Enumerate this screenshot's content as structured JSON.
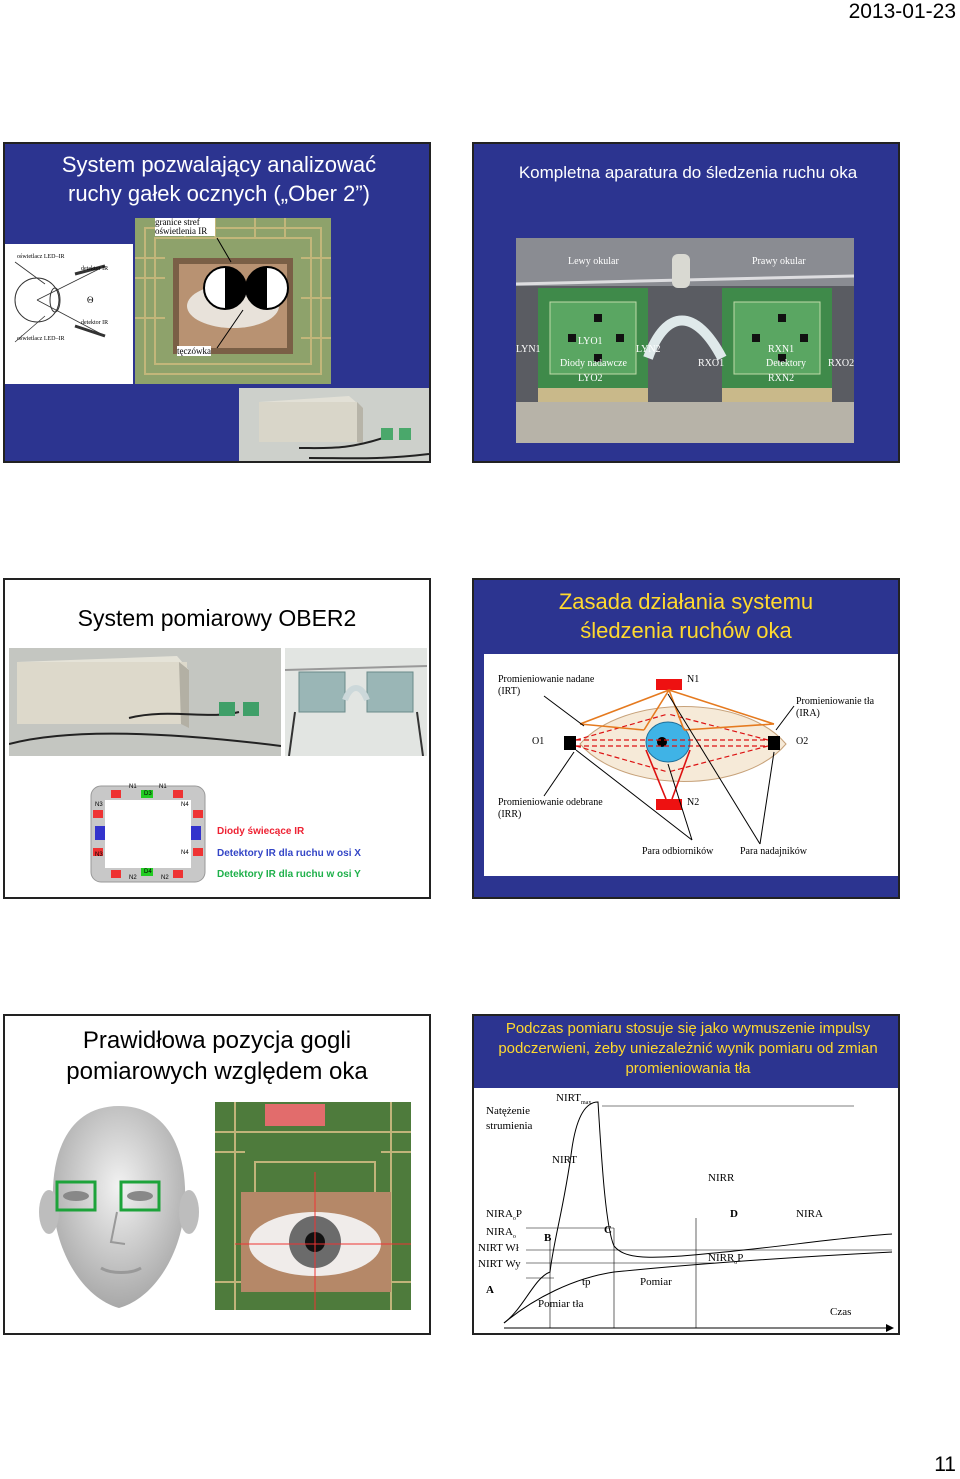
{
  "header": {
    "date": "2013-01-23"
  },
  "footer": {
    "page_number": "11"
  },
  "slide1": {
    "title": "System pozwalający analizować ruchy gałek ocznych („Ober 2”)",
    "diagram_labels": {
      "led_top": "oświetlacz LED–IR",
      "detector_top": "detektor IR",
      "theta": "Θ",
      "detector_bottom": "detektor IR",
      "led_bottom": "oświetlacz LED–IR"
    },
    "photo_labels": {
      "zones": "granice stref oświetlenia IR",
      "iris": "tęczówka"
    }
  },
  "slide2": {
    "title": "Kompletna aparatura do śledzenia ruchu oka",
    "labels": {
      "left_ocular": "Lewy okular",
      "right_ocular": "Prawy okular",
      "lyn1": "LYN1",
      "lyo1": "LYO1",
      "lyn2": "LYN2",
      "diodes": "Diody nadawcze",
      "lyo2": "LYO2",
      "rxo1": "RXO1",
      "rxn1": "RXN1",
      "detectors": "Detektory",
      "rxn2": "RXN2",
      "rxo2": "RXO2"
    }
  },
  "slide3": {
    "title": "System pomiarowy OBER2",
    "frame_labels": {
      "n1a": "N1",
      "d3": "D3",
      "n1b": "N1",
      "n3a": "N3",
      "n4a": "N4",
      "n3b": "N3",
      "n4b": "N4",
      "n2a": "N2",
      "d4": "D4",
      "n2b": "N2"
    },
    "legend": {
      "red": "Diody świecące IR",
      "blue": "Detektory IR dla ruchu w osi X",
      "green": "Detektory IR dla ruchu w osi Y"
    }
  },
  "slide4": {
    "title": "Zasada działania systemu śledzenia ruchów oka",
    "labels": {
      "irt": "Promieniowanie nadane (IRT)",
      "n1": "N1",
      "ira": "Promieniowanie tła (IRA)",
      "o1": "O1",
      "o2": "O2",
      "irr": "Promieniowanie odebrane (IRR)",
      "n2": "N2",
      "receivers": "Para odbiorników",
      "transmitters": "Para nadajników"
    }
  },
  "slide5": {
    "title": "Prawidłowa pozycja gogli pomiarowych względem oka"
  },
  "slide6": {
    "title": "Podczas pomiaru stosuje się jako wymuszenie impulsy podczerwieni, żeby uniezależnić wynik pomiaru od zmian promieniowania tła",
    "labels": {
      "yaxis": "Natężenie strumienia",
      "nirt_max": "NIRT",
      "nirt_max_sub": "max",
      "nirt": "NIRT",
      "nirr": "NIRR",
      "d": "D",
      "nira": "NIRA",
      "nira_op": "NIRA",
      "nira_op_sub": "o",
      "nira_op_suffix": "P",
      "nira_o": "NIRA",
      "nira_o_sub": "o",
      "b": "B",
      "c": "C",
      "nirt_wl": "NIRT Wł",
      "nirt_wy": "NIRT Wy",
      "nirr_op": "NIRR",
      "nirr_op_sub": "o",
      "nirr_op_suffix": "P",
      "a": "A",
      "tp": "tp",
      "pomiar": "Pomiar",
      "pomiar_tla": "Pomiar tła",
      "czas": "Czas"
    }
  }
}
